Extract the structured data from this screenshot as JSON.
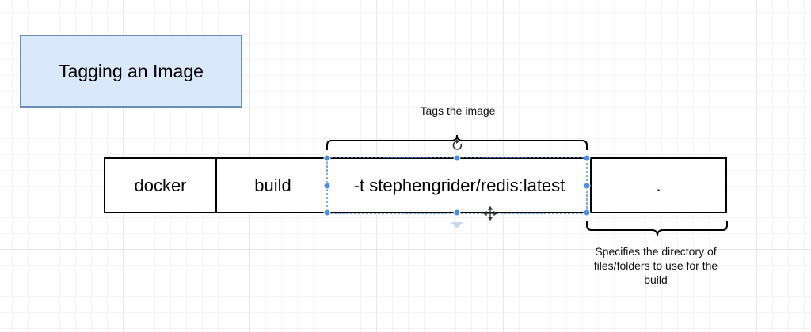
{
  "title": "Tagging an Image",
  "command": {
    "docker": "docker",
    "build": "build",
    "tag": "-t stephengrider/redis:latest",
    "context": "."
  },
  "annotations": {
    "tags": "Tags the image",
    "context_line1": "Specifies the directory of",
    "context_line2": "files/folders to use for the",
    "context_line3": "build"
  },
  "colors": {
    "title_fill": "#dae8fc",
    "title_stroke": "#6c8ebf",
    "selection": "#4a90e2"
  },
  "icons": [
    "rotate-icon",
    "move-icon",
    "drop-arrow-icon"
  ]
}
